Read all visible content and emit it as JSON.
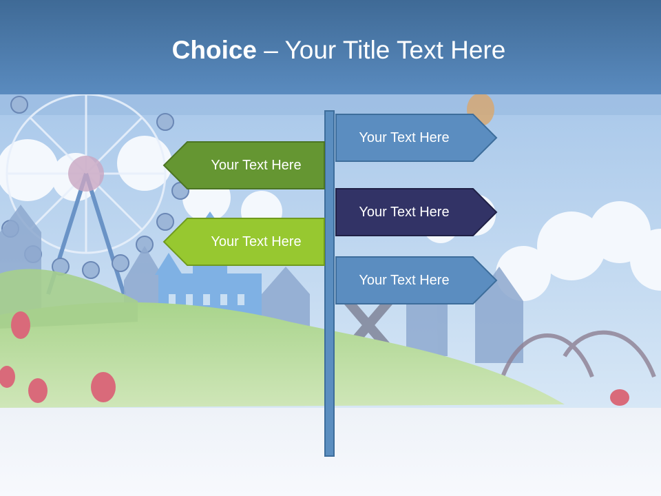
{
  "title": {
    "bold": "Choice",
    "rest": " – Your Title Text Here"
  },
  "signs": [
    {
      "label": "Your Text Here",
      "color": "#5b8dc0",
      "text_color": "#ffffff"
    },
    {
      "label": "Your Text Here",
      "color": "#659632",
      "text_color": "#ffffff"
    },
    {
      "label": "Your Text Here",
      "color": "#323366",
      "text_color": "#ffffff"
    },
    {
      "label": "Your Text Here",
      "color": "#97c830",
      "text_color": "#ffffff"
    },
    {
      "label": "Your Text Here",
      "color": "#5b8dc0",
      "text_color": "#ffffff"
    }
  ]
}
